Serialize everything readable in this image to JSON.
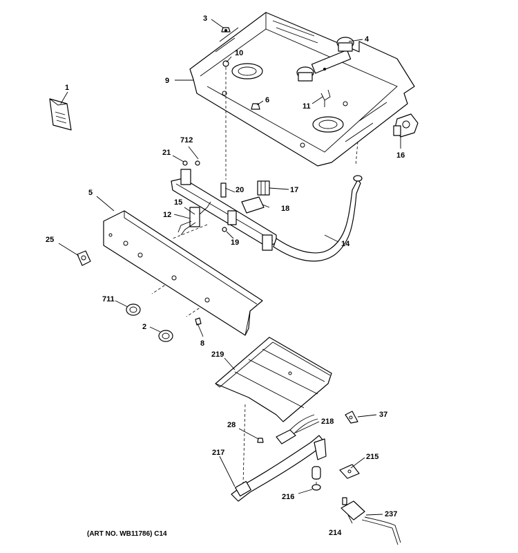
{
  "art_note": "(ART NO. WB11786) C14",
  "callouts": {
    "c1": "1",
    "c2": "2",
    "c3": "3",
    "c4": "4",
    "c5": "5",
    "c6": "6",
    "c8": "8",
    "c9": "9",
    "c10": "10",
    "c11": "11",
    "c12": "12",
    "c14": "14",
    "c15": "15",
    "c16": "16",
    "c17": "17",
    "c18": "18",
    "c19": "19",
    "c20": "20",
    "c21": "21",
    "c25": "25",
    "c28": "28",
    "c37": "37",
    "c214": "214",
    "c215": "215",
    "c216": "216",
    "c217": "217",
    "c218": "218",
    "c219": "219",
    "c237": "237",
    "c711": "711",
    "c712": "712"
  }
}
